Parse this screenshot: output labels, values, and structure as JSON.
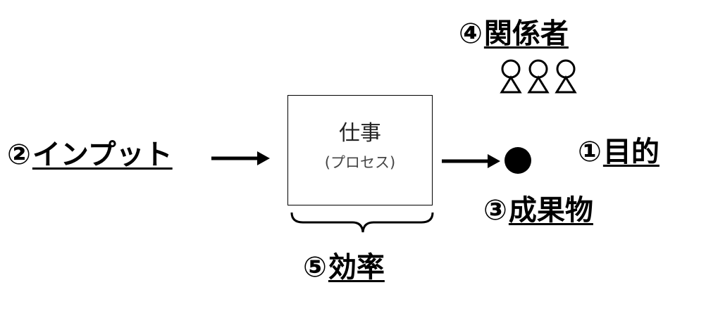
{
  "labels": {
    "input": {
      "number": "②",
      "text": "インプット"
    },
    "purpose": {
      "number": "①",
      "text": "目的"
    },
    "output": {
      "number": "③",
      "text": "成果物"
    },
    "stakeholders": {
      "number": "④",
      "text": "関係者"
    },
    "efficiency": {
      "number": "⑤",
      "text": "効率"
    }
  },
  "process": {
    "title": "仕事",
    "subtitle": "(プロセス)"
  },
  "icons": {
    "person": "person-icon",
    "result": "filled-circle",
    "arrow": "right-arrow",
    "brace": "curly-brace-down"
  },
  "colors": {
    "stroke": "#000000",
    "background": "#ffffff"
  }
}
